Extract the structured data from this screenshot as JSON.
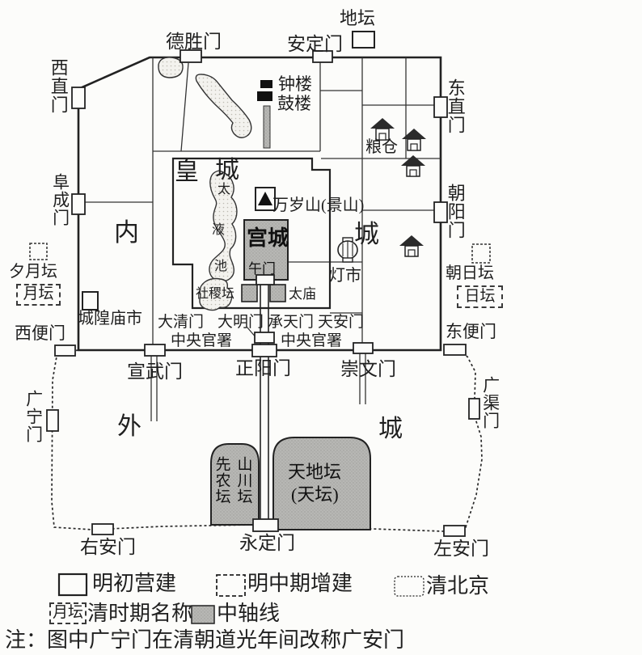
{
  "map": {
    "regions": {
      "imperial_1": "皇",
      "imperial_2": "城",
      "inner_1": "内",
      "inner_2": "城",
      "outer_1": "外",
      "outer_2": "城",
      "palace": "宫城"
    },
    "gates": {
      "deshengmen": "德胜门",
      "andingmen": "安定门",
      "xizhimen": "西直门",
      "dongzhimen": "东直门",
      "fuchengmen": "阜成门",
      "chaoyangmen": "朝阳门",
      "xuanwumen": "宣武门",
      "zhengyangmen": "正阳门",
      "chongwenmen": "崇文门",
      "xibianmen": "西便门",
      "dongbianmen": "东便门",
      "guangningmen": "广宁门",
      "guangqumen": "广渠门",
      "youanmen": "右安门",
      "yongdingmen": "永定门",
      "zuoanmen": "左安门",
      "daqingmen": "大清门",
      "damingmen": "大明门",
      "chengtianmen": "承天门",
      "tiananmen": "天安门",
      "wumen": "午门"
    },
    "landmarks": {
      "ditan": "地坛",
      "zhonglou": "钟楼",
      "gulou": "鼓楼",
      "liangcang": "粮仓",
      "wansuishan": "万岁山(景山)",
      "taiye_1": "太",
      "taiye_2": "液",
      "taiye_3": "池",
      "shejitan": "社稷坛",
      "taimiao": "太庙",
      "dengshi": "灯市",
      "xiyuetan": "夕月坛",
      "yuetan": "月坛",
      "chaoritan": "朝日坛",
      "ritan": "日坛",
      "chenghuangmiaoshi": "城隍庙市",
      "zhongyangguanshu": "中央官署",
      "xiannongtan": "先农坛",
      "shanchuantan": "山川坛",
      "tianditan": "天地坛",
      "tiantan": "(天坛)"
    }
  },
  "legend": {
    "ming_early": "明初营建",
    "ming_mid": "明中期增建",
    "qing_beijing": "清北京",
    "qing_name_sample": "月坛",
    "qing_name": "清时期名称",
    "central_axis": "中轴线",
    "note": "注：图中广宁门在清朝道光年间改称广安门"
  },
  "colors": {
    "ink": "#1f1f1f",
    "gray_fill": "#b5b5b3",
    "paper": "#fcfcfa"
  }
}
